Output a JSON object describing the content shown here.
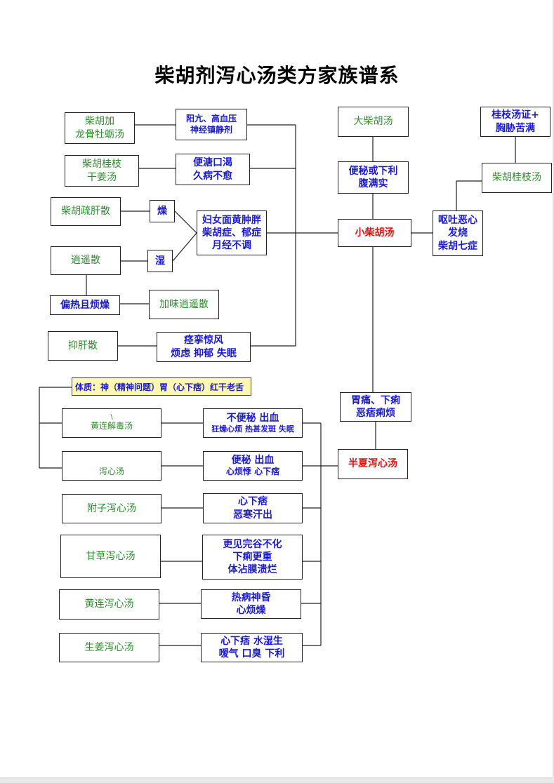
{
  "title": "柴胡剂泻心汤类方家族谱系",
  "formulas": {
    "chaihu_longgu": [
      "柴胡加",
      "龙骨牡蛎汤"
    ],
    "chaihu_guizhi_ganjiang": [
      "柴胡桂枝",
      "干姜汤"
    ],
    "chaihu_shugan": "柴胡疏肝散",
    "xiaoyao": "逍遥散",
    "jiawei_xiaoyao": "加味逍遥散",
    "yigan": "抑肝散",
    "da_chaihu": "大柴胡汤",
    "xiao_chaihu": "小柴胡汤",
    "chaihu_guizhi": "柴胡桂枝汤",
    "banxia_xiexin": "半夏泻心汤",
    "huanglian_jiedu": "黄连解毒汤",
    "xiexin": "泻心汤",
    "fuzi_xiexin": "附子泻心汤",
    "gancao_xiexin": "甘草泻心汤",
    "huanglian_xiexin": "黄连泻心汤",
    "shengjiang_xiexin": "生姜泻心汤"
  },
  "symptoms": {
    "yangkang": [
      "阳亢、高血压",
      "神经镇静剂"
    ],
    "bianxi": [
      "便溏口渴",
      "久病不愈"
    ],
    "zao": "燥",
    "shi": "湿",
    "fuyu": [
      "妇女面黄肿胖",
      "柴胡症、郁症",
      "月经不调"
    ],
    "pianre": "偏热且烦燥",
    "jingluan": [
      "痉挛惊风",
      "烦虑 抑郁 失眠"
    ],
    "bianmi_xiali": [
      "便秘或下利",
      "腹满实"
    ],
    "guizhi_zheng": [
      "桂枝汤证+",
      "胸胁苦满"
    ],
    "outu": [
      "呕吐恶心",
      "发烧",
      "柴胡七症"
    ],
    "weitong": [
      "胃痛、下痢",
      "恶痞痢烦"
    ],
    "bubianmi": [
      "不便秘 出血",
      "狂燥心烦 热甚发斑 失眠"
    ],
    "bianmi_chuxue": [
      "便秘 出血",
      "心烦悸 心下痞"
    ],
    "xinxiapi": [
      "心下痞",
      "恶寒汗出"
    ],
    "gengjian": [
      "更见完谷不化",
      "下痢更重",
      "体沾膜溃烂"
    ],
    "rebing": [
      "热病神昏",
      "心烦燥"
    ],
    "shuishi": [
      "心下痞 水湿生",
      "嗳气 口臭 下利"
    ]
  },
  "constitution_note": "体质：神（精神问题）胃（心下痞）红干老舌",
  "stray_mark": "\\"
}
